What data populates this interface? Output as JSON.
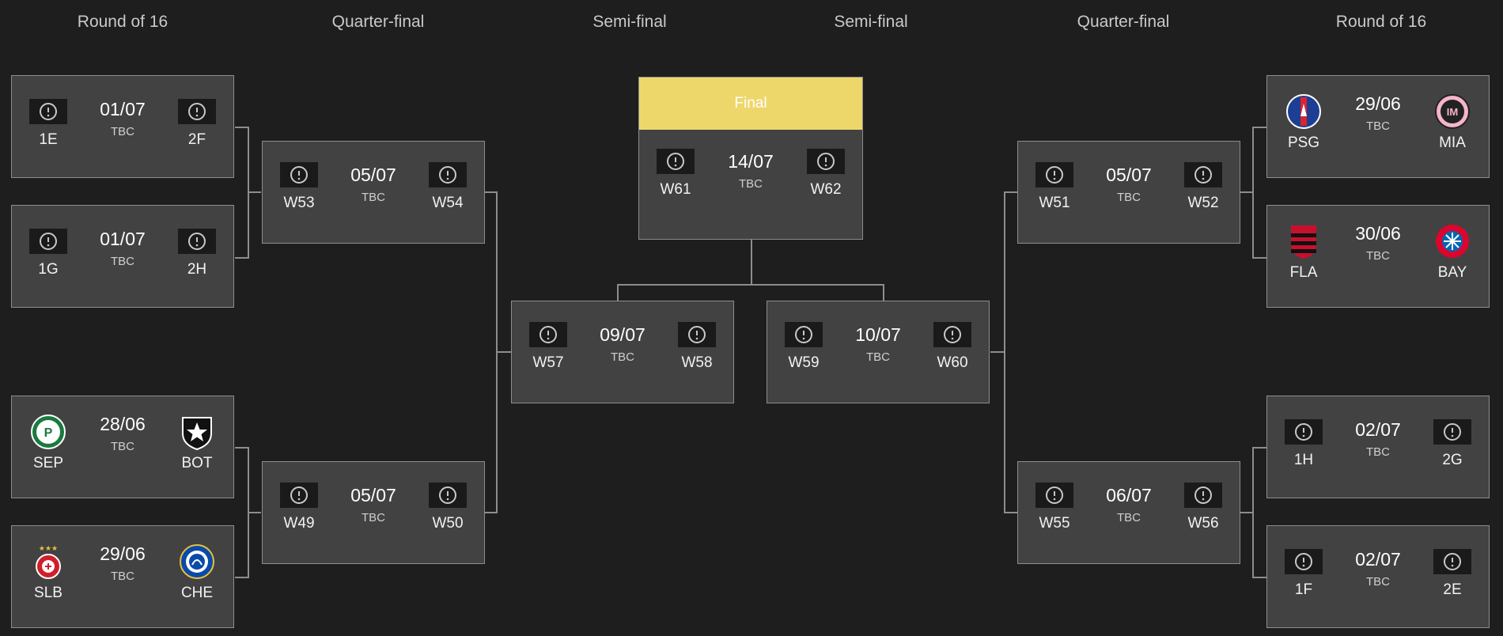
{
  "columns": [
    "Round of 16",
    "Quarter-final",
    "Semi-final",
    "Semi-final",
    "Quarter-final",
    "Round of 16"
  ],
  "final_label": "Final",
  "status": "TBC",
  "matches": {
    "r16_l1": {
      "date": "01/07",
      "home": "1E",
      "away": "2F"
    },
    "r16_l2": {
      "date": "01/07",
      "home": "1G",
      "away": "2H"
    },
    "r16_l3": {
      "date": "28/06",
      "home": "SEP",
      "away": "BOT"
    },
    "r16_l4": {
      "date": "29/06",
      "home": "SLB",
      "away": "CHE"
    },
    "qf_l1": {
      "date": "05/07",
      "home": "W53",
      "away": "W54"
    },
    "qf_l2": {
      "date": "05/07",
      "home": "W49",
      "away": "W50"
    },
    "sf_l": {
      "date": "09/07",
      "home": "W57",
      "away": "W58"
    },
    "final": {
      "date": "14/07",
      "home": "W61",
      "away": "W62"
    },
    "sf_r": {
      "date": "10/07",
      "home": "W59",
      "away": "W60"
    },
    "qf_r1": {
      "date": "05/07",
      "home": "W51",
      "away": "W52"
    },
    "qf_r2": {
      "date": "06/07",
      "home": "W55",
      "away": "W56"
    },
    "r16_r1": {
      "date": "29/06",
      "home": "PSG",
      "away": "MIA"
    },
    "r16_r2": {
      "date": "30/06",
      "home": "FLA",
      "away": "BAY"
    },
    "r16_r3": {
      "date": "02/07",
      "home": "1H",
      "away": "2G"
    },
    "r16_r4": {
      "date": "02/07",
      "home": "1F",
      "away": "2E"
    }
  },
  "icons": {
    "placeholder": "alert-circle-icon",
    "SEP": "palmeiras-crest",
    "BOT": "botafogo-crest",
    "SLB": "benfica-crest",
    "CHE": "chelsea-crest",
    "PSG": "psg-crest",
    "MIA": "inter-miami-crest",
    "FLA": "flamengo-crest",
    "BAY": "bayern-crest"
  },
  "colors": {
    "background": "#1e1e1e",
    "card": "#424242",
    "border": "#8d8d8d",
    "final_header": "#eed76a"
  }
}
